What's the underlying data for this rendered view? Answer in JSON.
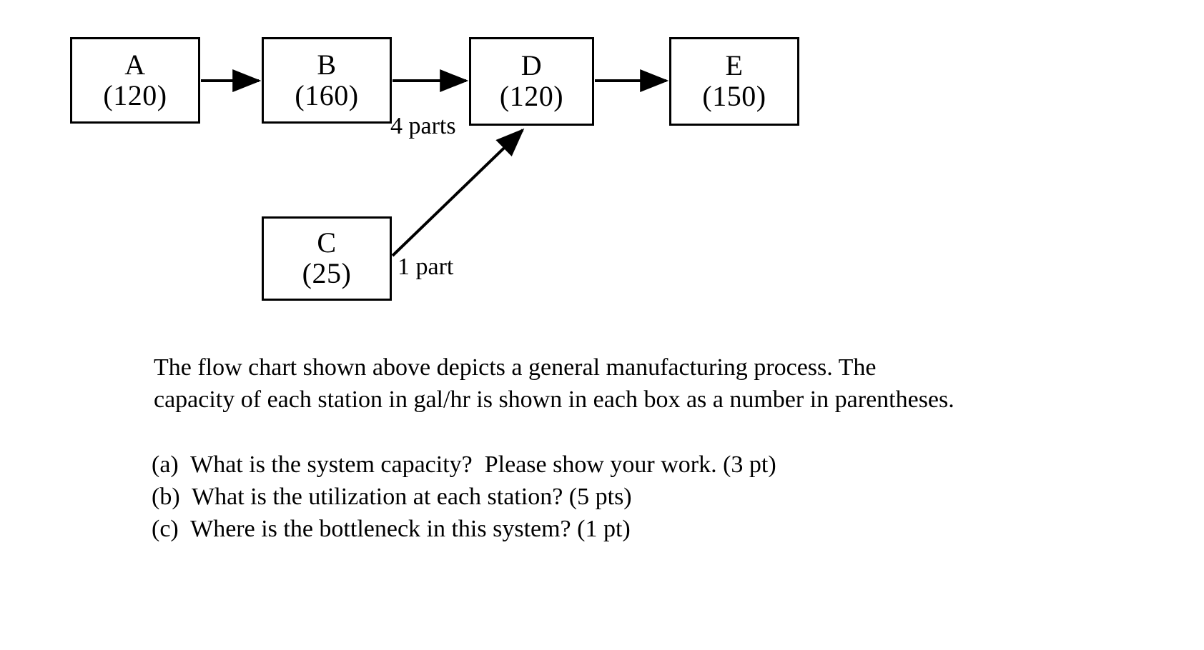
{
  "diagram": {
    "type": "flow-chart",
    "nodes": [
      {
        "id": "A",
        "name": "A",
        "capacity": "(120)",
        "capacity_value": 120,
        "units": "gal/hr"
      },
      {
        "id": "B",
        "name": "B",
        "capacity": "(160)",
        "capacity_value": 160,
        "units": "gal/hr"
      },
      {
        "id": "C",
        "name": "C",
        "capacity": "(25)",
        "capacity_value": 25,
        "units": "gal/hr"
      },
      {
        "id": "D",
        "name": "D",
        "capacity": "(120)",
        "capacity_value": 120,
        "units": "gal/hr"
      },
      {
        "id": "E",
        "name": "E",
        "capacity": "(150)",
        "capacity_value": 150,
        "units": "gal/hr"
      }
    ],
    "edges": [
      {
        "from": "A",
        "to": "B",
        "label": ""
      },
      {
        "from": "B",
        "to": "D",
        "label": "4 parts"
      },
      {
        "from": "C",
        "to": "D",
        "label": "1 part"
      },
      {
        "from": "D",
        "to": "E",
        "label": ""
      }
    ],
    "edge_labels": {
      "b_to_d": "4 parts",
      "c_to_d": "1 part"
    },
    "stroke_color": "#000000",
    "fill_color": "#ffffff"
  },
  "body": {
    "paragraph_line_1": "The flow chart shown above depicts a general manufacturing process.  The",
    "paragraph_line_2": "capacity of each station in gal/hr is shown in each box as a number in parentheses."
  },
  "questions": [
    {
      "marker": "(a)",
      "text": "(a)  What is the system capacity?  Please show your work. (3 pt)",
      "points": "3 pt"
    },
    {
      "marker": "(b)",
      "text": "(b)  What is the utilization at each station? (5 pts)",
      "points": "5 pts"
    },
    {
      "marker": "(c)",
      "text": "(c)  Where is the bottleneck in this system? (1 pt)",
      "points": "1 pt"
    }
  ]
}
